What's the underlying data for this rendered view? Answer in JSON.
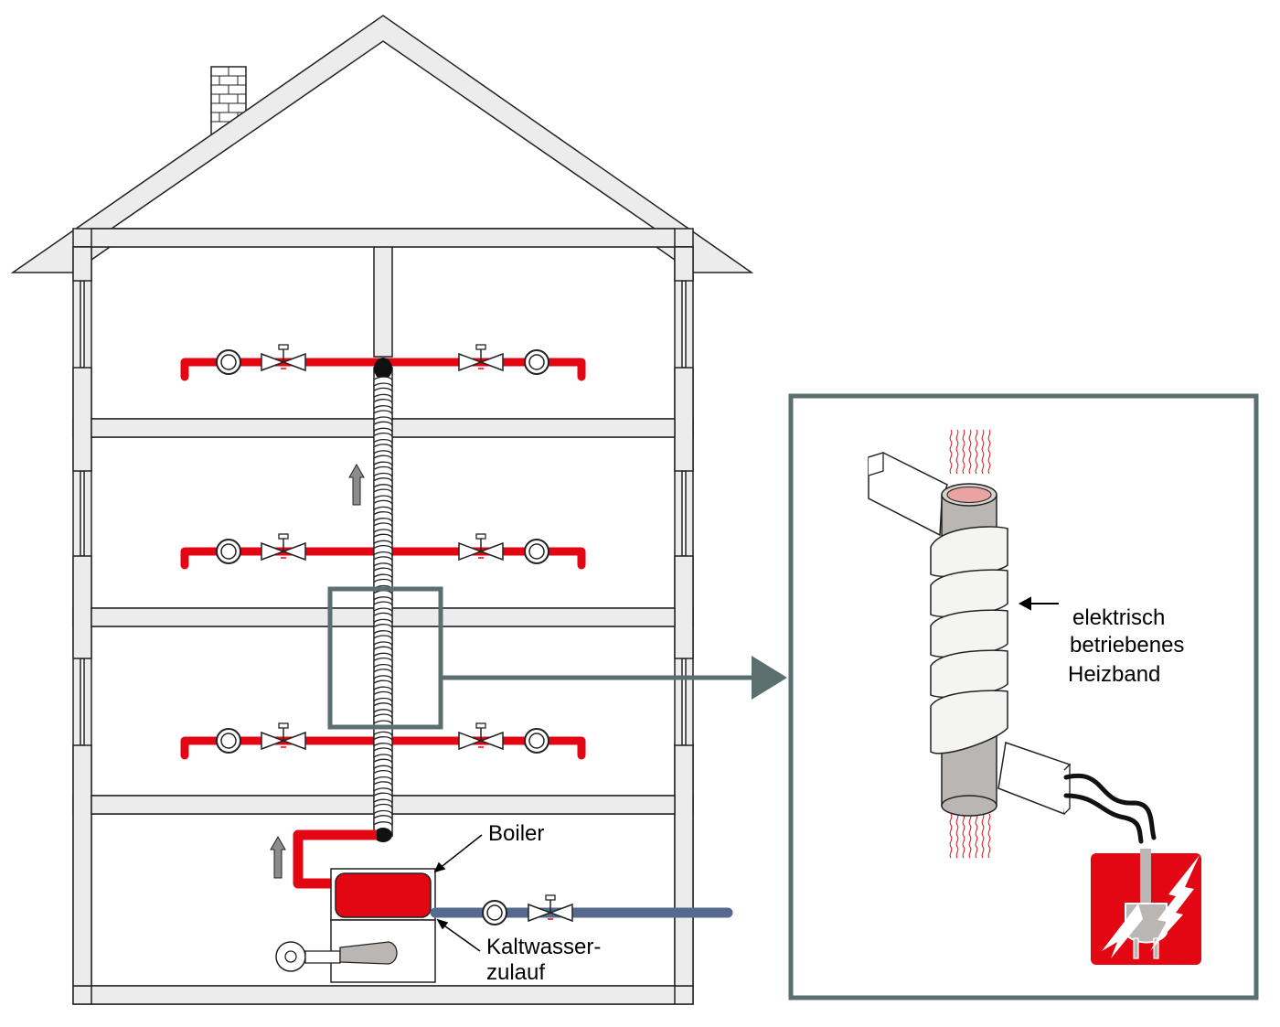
{
  "labels": {
    "boiler": "Boiler",
    "cold_water_line1": "Kaltwasser-",
    "cold_water_line2": "zulauf",
    "heat_tape_line1": "elektrisch",
    "heat_tape_line2": "betriebenes",
    "heat_tape_line3": "Heizband"
  },
  "colors": {
    "hot_water": "#e30613",
    "cold_water": "#56698f",
    "frame": "#5b6f6e",
    "wall_fill": "#ececec",
    "pipe_grey": "#b9b6b4",
    "arrow_grey": "#8c8c8c"
  },
  "icons": {
    "power_plug": "plug-with-lightning-icon",
    "valve": "valve-icon",
    "meter": "water-meter-icon"
  }
}
